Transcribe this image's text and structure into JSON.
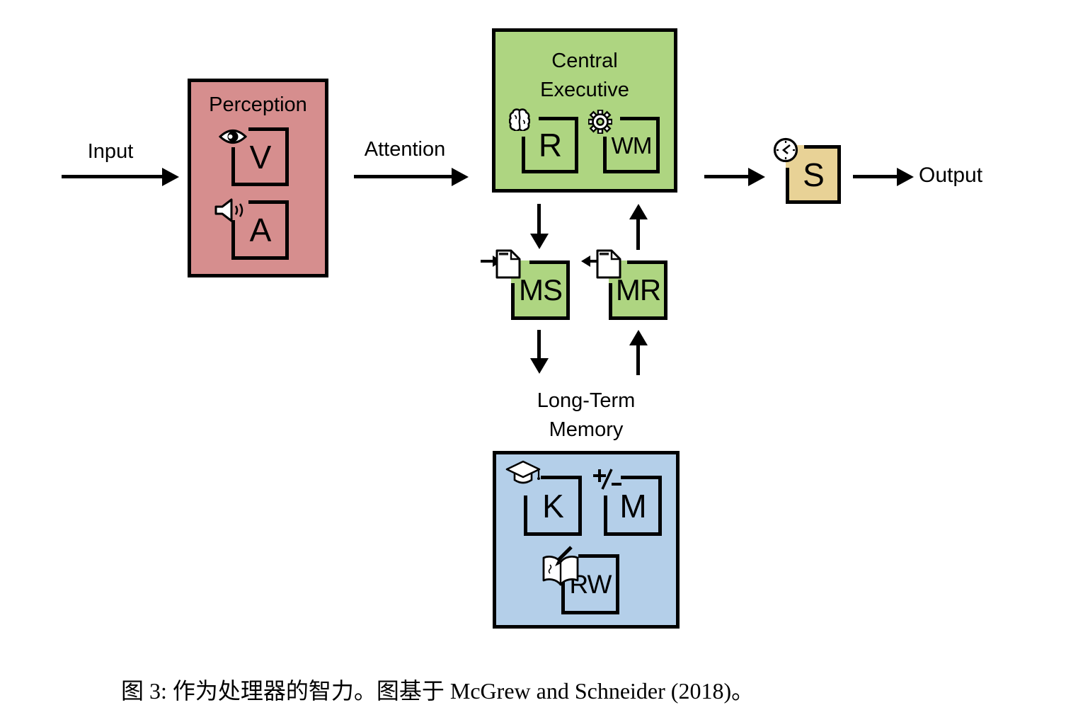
{
  "figure": {
    "caption": "图 3: 作为处理器的智力。图基于 McGrew and Schneider (2018)。"
  },
  "colors": {
    "perception_pink": "#d68e8e",
    "executive_green": "#aed581",
    "memory_blue": "#b4cfe9",
    "speed_tan": "#e8d296",
    "ink_black": "#000000",
    "background": "#ffffff"
  },
  "flow_labels": {
    "input": "Input",
    "attention": "Attention",
    "output": "Output"
  },
  "perception": {
    "title": "Perception",
    "modules": [
      {
        "abbr": "V",
        "meaning_icon": "eye-icon"
      },
      {
        "abbr": "A",
        "meaning_icon": "speaker-icon"
      }
    ]
  },
  "central_executive": {
    "title_line1": "Central",
    "title_line2": "Executive",
    "modules": [
      {
        "abbr": "R",
        "meaning_icon": "brain-icon"
      },
      {
        "abbr": "WM",
        "meaning_icon": "gear-icon"
      }
    ]
  },
  "memory_channels": {
    "store": {
      "abbr": "MS",
      "meaning_icon": "document-save-icon"
    },
    "retrieve": {
      "abbr": "MR",
      "meaning_icon": "document-load-icon"
    }
  },
  "long_term_memory": {
    "title_line1": "Long-Term",
    "title_line2": "Memory",
    "modules": [
      {
        "abbr": "K",
        "meaning_icon": "graduation-cap-icon"
      },
      {
        "abbr": "M",
        "meaning_icon": "plus-minus-icon"
      },
      {
        "abbr": "RW",
        "meaning_icon": "book-pencil-icon"
      }
    ]
  },
  "processing_speed": {
    "abbr": "S",
    "meaning_icon": "clock-icon"
  }
}
